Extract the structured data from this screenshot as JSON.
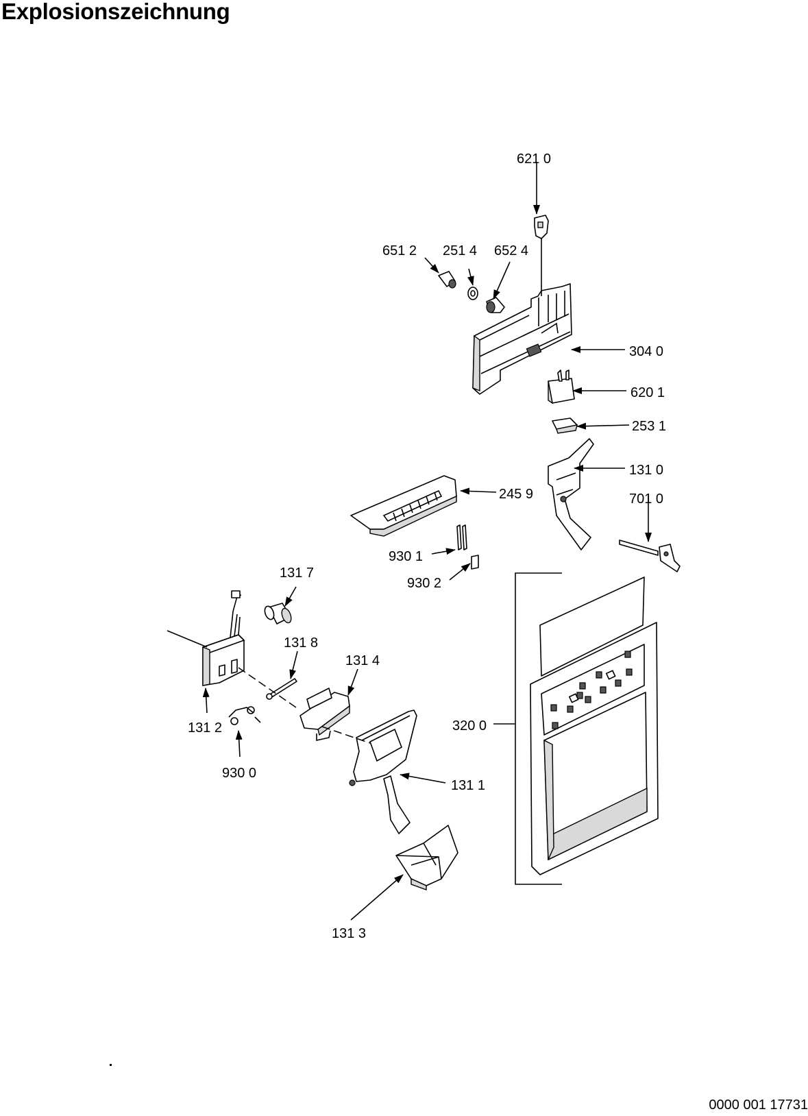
{
  "title": "Explosionszeichnung",
  "document_number": "0000 001 17731",
  "parts": [
    {
      "id": "p6210",
      "label": "621 0"
    },
    {
      "id": "p6512",
      "label": "651 2"
    },
    {
      "id": "p2514",
      "label": "251 4"
    },
    {
      "id": "p6524",
      "label": "652 4"
    },
    {
      "id": "p3040",
      "label": "304 0"
    },
    {
      "id": "p6201",
      "label": "620 1"
    },
    {
      "id": "p2531",
      "label": "253 1"
    },
    {
      "id": "p1310",
      "label": "131 0"
    },
    {
      "id": "p2459",
      "label": "245 9"
    },
    {
      "id": "p7010",
      "label": "701 0"
    },
    {
      "id": "p9301",
      "label": "930 1"
    },
    {
      "id": "p9302",
      "label": "930 2"
    },
    {
      "id": "p1317",
      "label": "131 7"
    },
    {
      "id": "p1318",
      "label": "131 8"
    },
    {
      "id": "p1314",
      "label": "131 4"
    },
    {
      "id": "p3200",
      "label": "320 0"
    },
    {
      "id": "p1312",
      "label": "131 2"
    },
    {
      "id": "p9300",
      "label": "930 0"
    },
    {
      "id": "p1311",
      "label": "131 1"
    },
    {
      "id": "p1313",
      "label": "131 3"
    }
  ]
}
